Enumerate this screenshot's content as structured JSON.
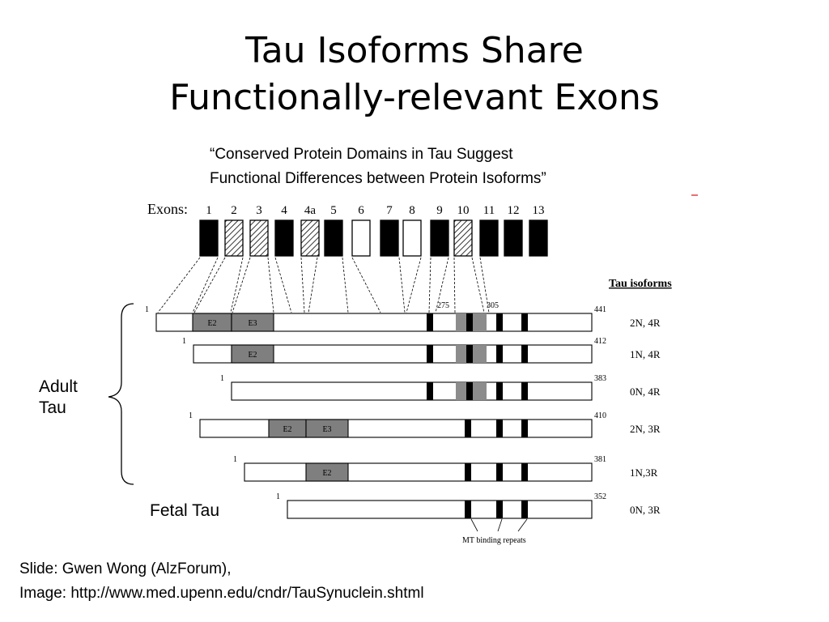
{
  "title": {
    "line1": "Tau Isoforms Share",
    "line2": "Functionally-relevant Exons"
  },
  "subtitle": {
    "line1": "“Conserved Protein Domains in Tau Suggest",
    "line2": "Functional Differences between Protein Isoforms”"
  },
  "figure": {
    "exons_label": "Exons:",
    "exons": [
      "1",
      "2",
      "3",
      "4",
      "4a",
      "5",
      "6",
      "7",
      "8",
      "9",
      "10",
      "11",
      "12",
      "13"
    ],
    "isoforms_header": "Tau isoforms",
    "marker_275": "275",
    "marker_305": "305",
    "start_label": "1",
    "isoforms": [
      {
        "name": "2N, 4R",
        "length": "441",
        "inserts": [
          "E2",
          "E3"
        ]
      },
      {
        "name": "1N, 4R",
        "length": "412",
        "inserts": [
          "E2"
        ]
      },
      {
        "name": "0N, 4R",
        "length": "383",
        "inserts": []
      },
      {
        "name": "2N, 3R",
        "length": "410",
        "inserts": [
          "E2",
          "E3"
        ]
      },
      {
        "name": "1N,3R",
        "length": "381",
        "inserts": [
          "E2"
        ]
      },
      {
        "name": "0N, 3R",
        "length": "352",
        "inserts": []
      }
    ],
    "mt_label": "MT binding repeats"
  },
  "labels": {
    "adult_line1": "Adult",
    "adult_line2": "Tau",
    "fetal": "Fetal Tau"
  },
  "credit": {
    "line1": "Slide: Gwen Wong (AlzForum),",
    "line2": "Image: http://www.med.upenn.edu/cndr/TauSynuclein.shtml"
  },
  "colors": {
    "exon_fill": "#000000",
    "insert_fill": "#7f7f7f",
    "repeat_grey": "#8c8c8c"
  }
}
